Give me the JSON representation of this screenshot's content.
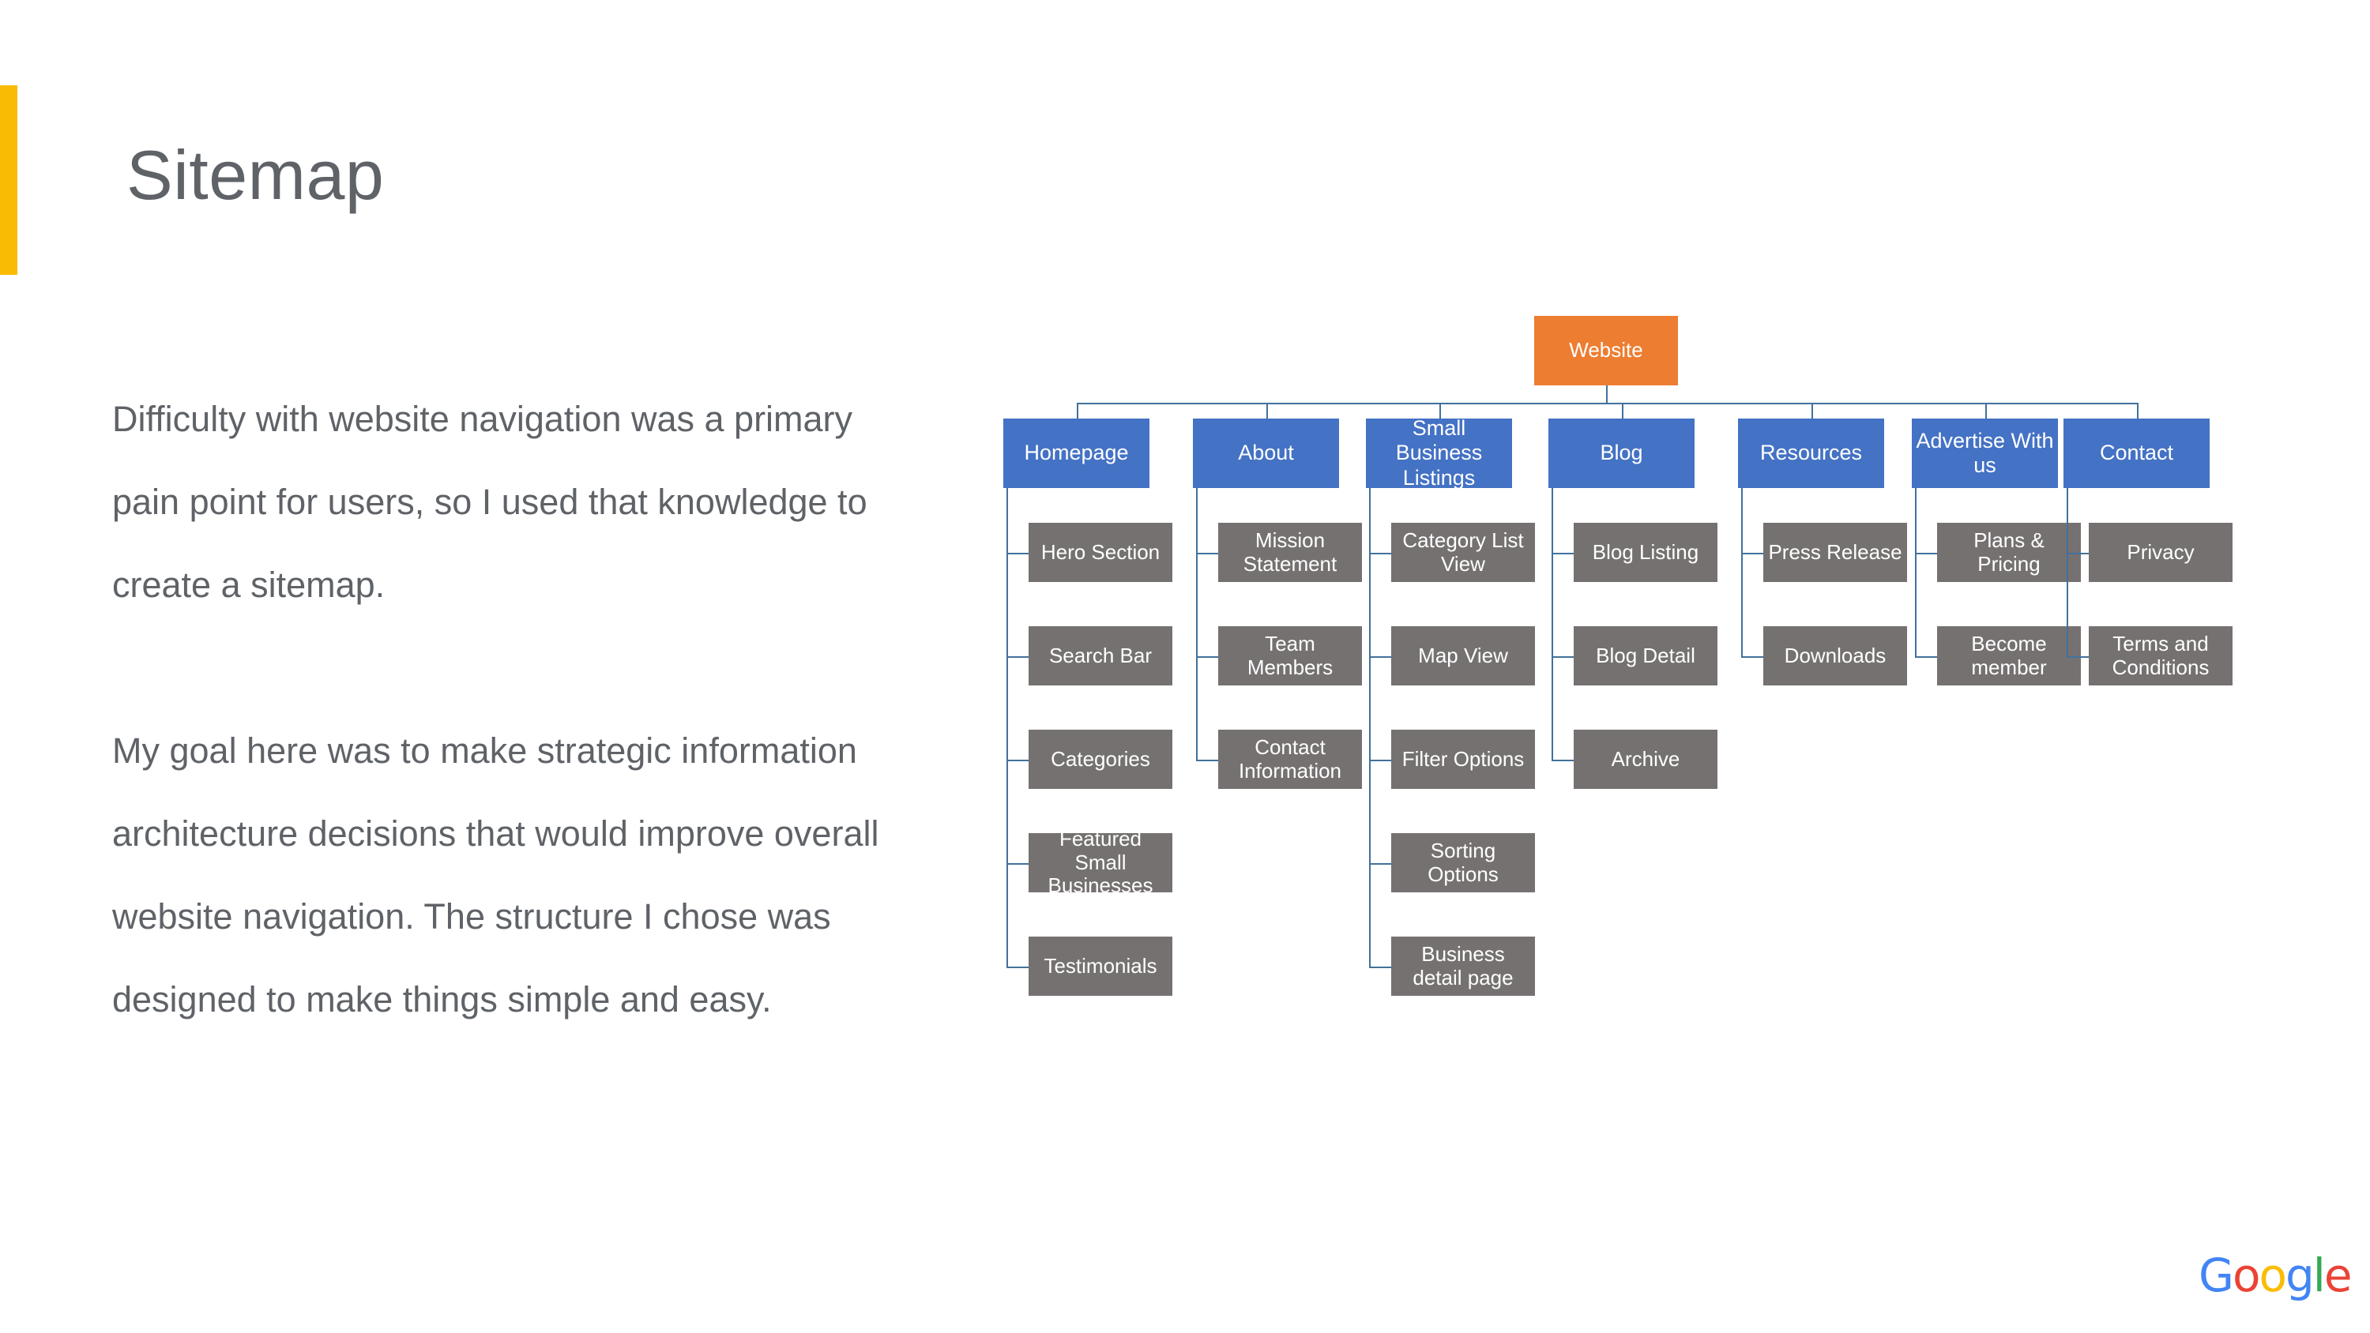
{
  "slide": {
    "title": "Sitemap",
    "accent_color": "#fabb05",
    "title_color": "#5f6368",
    "background": "#ffffff"
  },
  "body": {
    "paragraphs": [
      "Difficulty with website navigation was a primary pain point for users, so I used that knowledge to create a sitemap.",
      "My goal here was to make strategic information architecture decisions that would improve overall website navigation. The structure I chose was designed to make things simple and easy."
    ]
  },
  "branding": {
    "logo_name": "google-logo",
    "letters": [
      {
        "char": "G",
        "color": "#4285f4"
      },
      {
        "char": "o",
        "color": "#ea4335"
      },
      {
        "char": "o",
        "color": "#fbbc05"
      },
      {
        "char": "g",
        "color": "#4285f4"
      },
      {
        "char": "l",
        "color": "#34a853"
      },
      {
        "char": "e",
        "color": "#ea4335"
      }
    ]
  },
  "chart_data": {
    "type": "diagram",
    "diagram_kind": "sitemap-tree",
    "title": "Sitemap",
    "colors": {
      "root": "#ed7d31",
      "section": "#4472c4",
      "child": "#767171",
      "connector": "#41719c",
      "node_text": "#ffffff"
    },
    "root": {
      "label": "Website"
    },
    "sections": [
      {
        "label": "Homepage",
        "children": [
          "Hero Section",
          "Search Bar",
          "Categories",
          "Featured Small Businesses",
          "Testimonials"
        ]
      },
      {
        "label": "About",
        "children": [
          "Mission Statement",
          "Team Members",
          "Contact Information"
        ]
      },
      {
        "label": "Small Business Listings",
        "children": [
          "Category List View",
          "Map View",
          "Filter Options",
          "Sorting Options",
          "Business detail page"
        ]
      },
      {
        "label": "Blog",
        "children": [
          "Blog Listing",
          "Blog Detail",
          "Archive"
        ]
      },
      {
        "label": "Resources",
        "children": [
          "Press Release",
          "Downloads"
        ]
      },
      {
        "label": "Advertise With us",
        "children": [
          "Plans & Pricing",
          "Become member"
        ]
      },
      {
        "label": "Contact",
        "children": [
          "Privacy",
          "Terms  and Conditions"
        ]
      }
    ]
  }
}
